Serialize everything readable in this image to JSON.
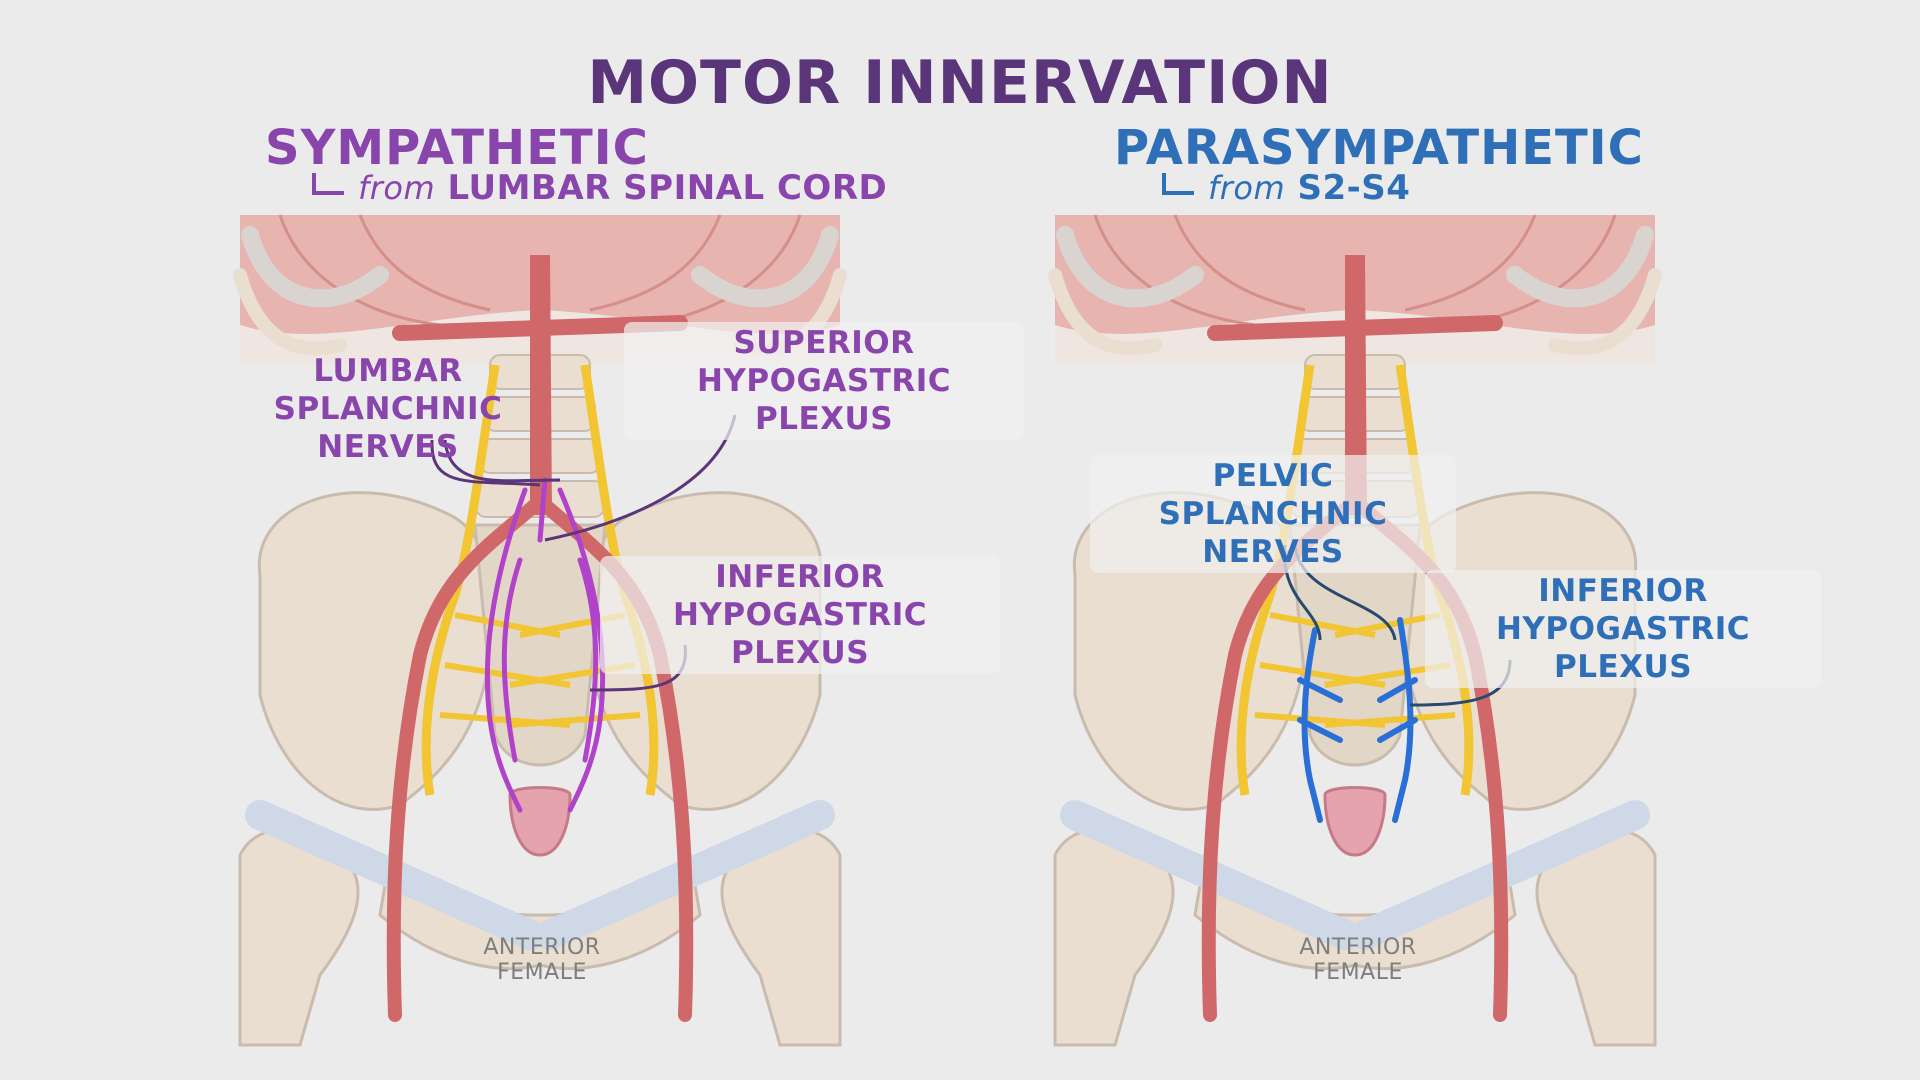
{
  "title": "MOTOR INNERVATION",
  "sympathetic": {
    "heading": "SYMPATHETIC",
    "source_prefix": "from",
    "source": "LUMBAR SPINAL CORD",
    "labels": {
      "lumbar_splanchnic": [
        "LUMBAR SPLANCHNIC",
        "NERVES"
      ],
      "superior_hypogastric": [
        "SUPERIOR",
        "HYPOGASTRIC PLEXUS"
      ],
      "inferior_hypogastric": [
        "INFERIOR",
        "HYPOGASTRIC PLEXUS"
      ]
    },
    "caption": [
      "ANTERIOR",
      "FEMALE"
    ]
  },
  "parasympathetic": {
    "heading": "PARASYMPATHETIC",
    "source_prefix": "from",
    "source": "S2-S4",
    "labels": {
      "pelvic_splanchnic": [
        "PELVIC SPLANCHNIC",
        "NERVES"
      ],
      "inferior_hypogastric": [
        "INFERIOR",
        "HYPOGASTRIC PLEXUS"
      ]
    },
    "caption": [
      "ANTERIOR",
      "FEMALE"
    ]
  },
  "colors": {
    "background": "#ebebeb",
    "title": "#5b3579",
    "sympathetic": "#8a45ad",
    "parasympathetic": "#2f6fb8",
    "nerve_yellow": "#f2c533",
    "artery": "#d0686a",
    "muscle": "#e7b4b0",
    "bone": "#e9ded0",
    "ligament": "#cfd8e6",
    "sympathetic_fibers": "#b043c9",
    "parasympathetic_fibers": "#2a6fd6"
  }
}
